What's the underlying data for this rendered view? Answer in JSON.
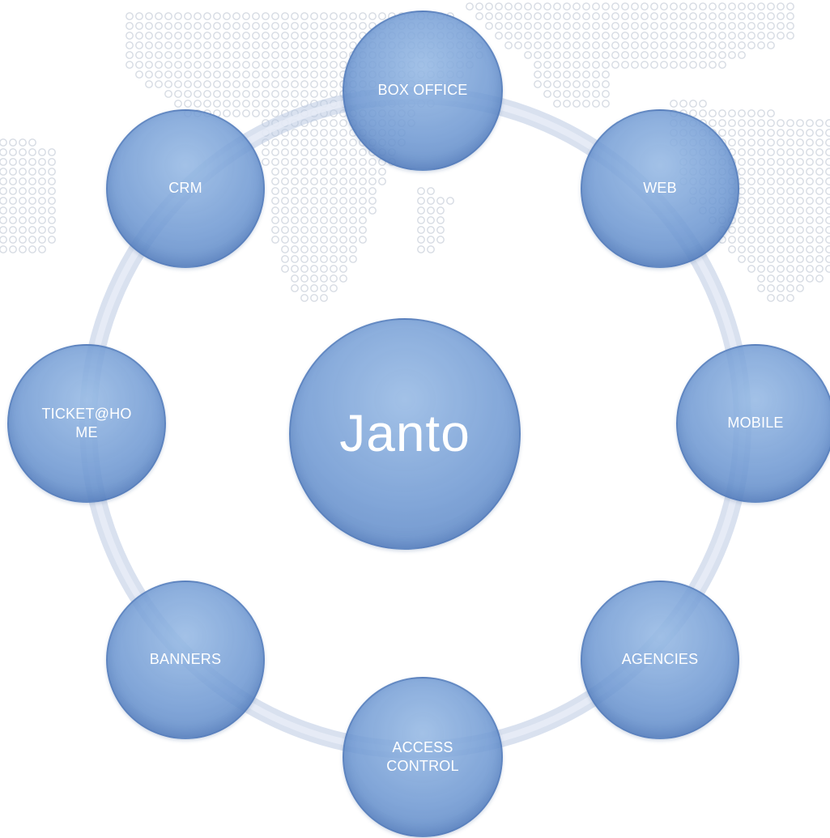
{
  "diagram": {
    "center": {
      "label": "Janto"
    },
    "nodes": [
      {
        "id": "box-office",
        "label": "BOX OFFICE"
      },
      {
        "id": "web",
        "label": "WEB"
      },
      {
        "id": "mobile",
        "label": "MOBILE"
      },
      {
        "id": "agencies",
        "label": "AGENCIES"
      },
      {
        "id": "access-control",
        "label": "ACCESS\nCONTROL"
      },
      {
        "id": "banners",
        "label": "BANNERS"
      },
      {
        "id": "ticket-at-home",
        "label": "TICKET@HO\nME"
      },
      {
        "id": "crm",
        "label": "CRM"
      }
    ]
  },
  "colors": {
    "node_fill": "#7aa2d8",
    "node_border": "#4a74b8",
    "ring": "#c9d6ec",
    "map_dots": "#d6dbe3"
  }
}
